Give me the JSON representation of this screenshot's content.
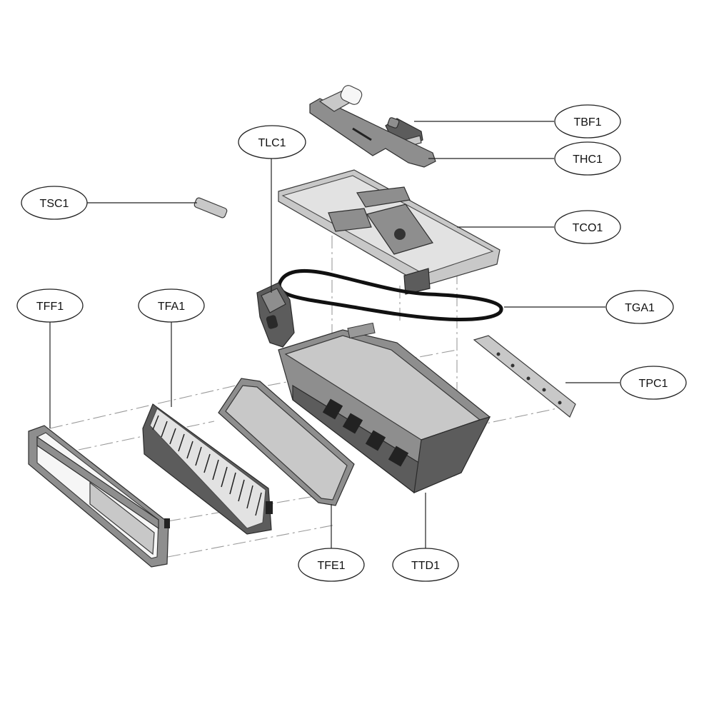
{
  "diagram": {
    "callouts": [
      {
        "id": "tbf1",
        "label": "TBF1"
      },
      {
        "id": "thc1",
        "label": "THC1"
      },
      {
        "id": "tlc1",
        "label": "TLC1"
      },
      {
        "id": "tsc1",
        "label": "TSC1"
      },
      {
        "id": "tco1",
        "label": "TCO1"
      },
      {
        "id": "tff1",
        "label": "TFF1"
      },
      {
        "id": "tfa1",
        "label": "TFA1"
      },
      {
        "id": "tga1",
        "label": "TGA1"
      },
      {
        "id": "tpc1",
        "label": "TPC1"
      },
      {
        "id": "tfe1",
        "label": "TFE1"
      },
      {
        "id": "ttd1",
        "label": "TTD1"
      }
    ]
  }
}
